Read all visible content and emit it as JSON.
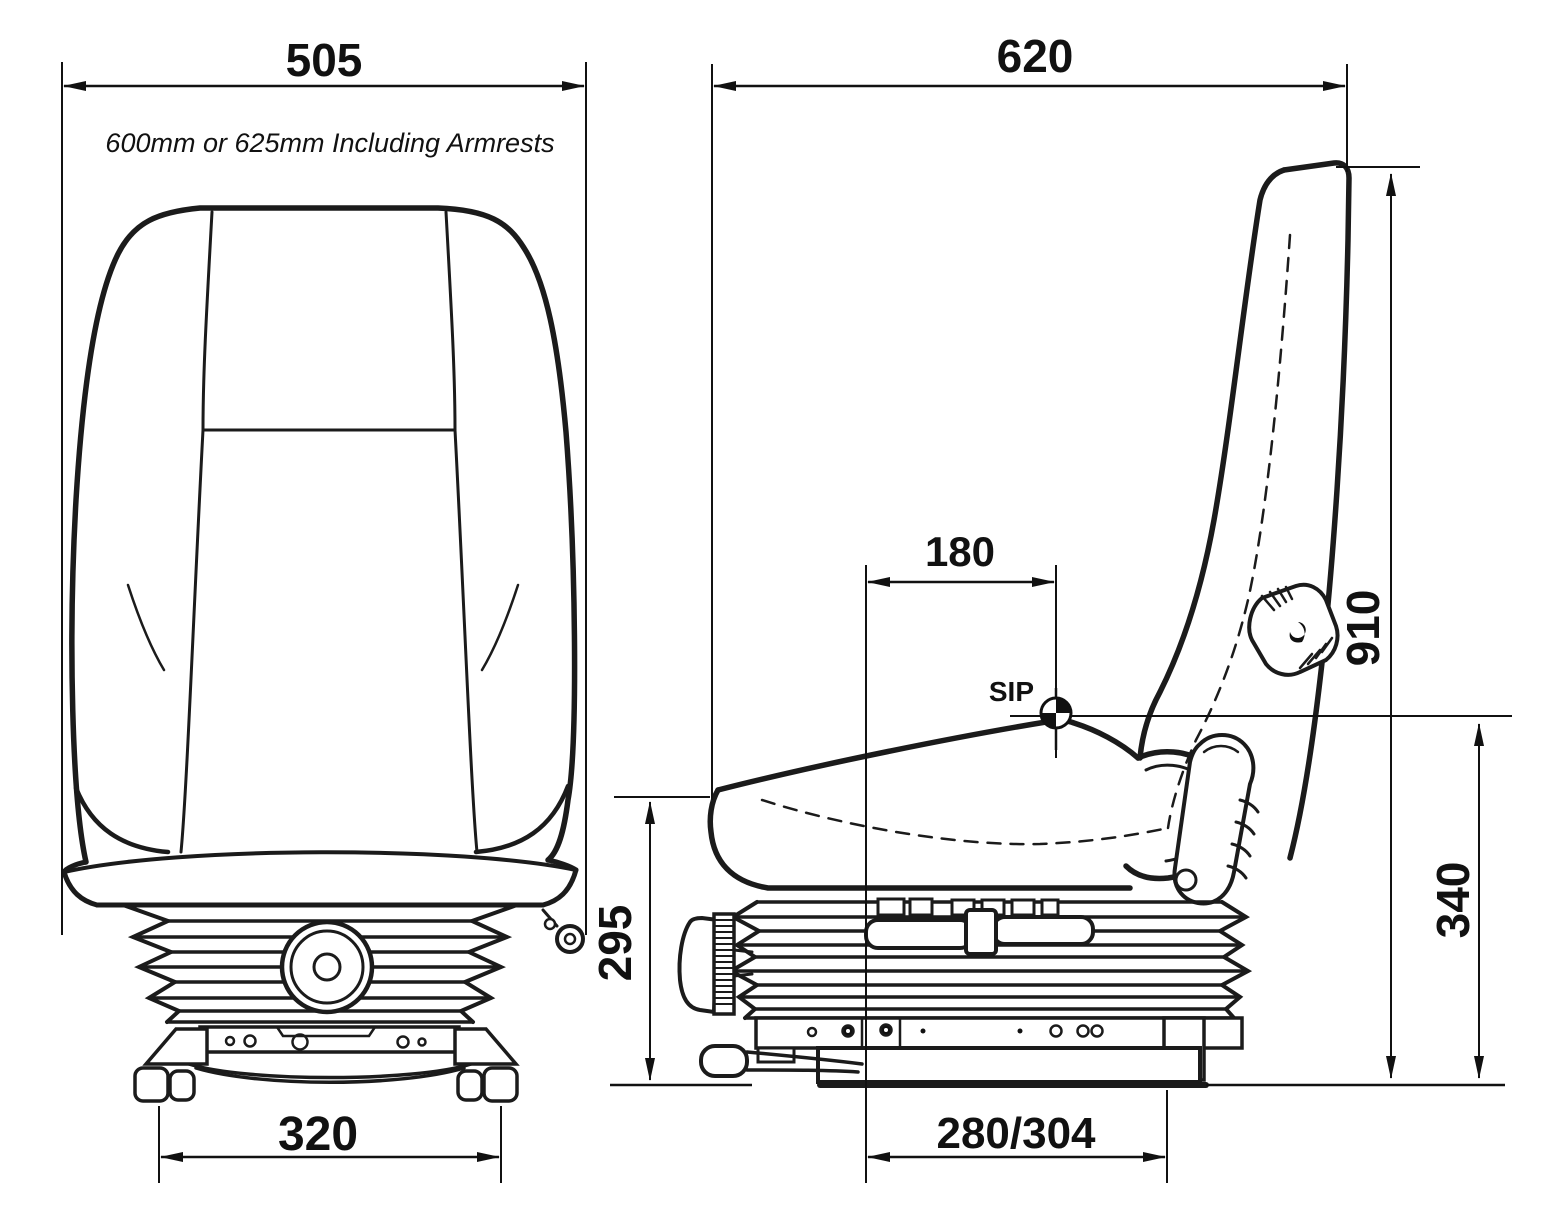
{
  "drawing": {
    "front_view": {
      "width": "505",
      "width_note": "600mm or 625mm Including Armrests",
      "rail_width": "320"
    },
    "side_view": {
      "depth": "620",
      "sip_offset": "180",
      "sip_label": "SIP",
      "overall_height": "910",
      "sip_height": "340",
      "base_height": "295",
      "rail_length": "280/304"
    }
  }
}
